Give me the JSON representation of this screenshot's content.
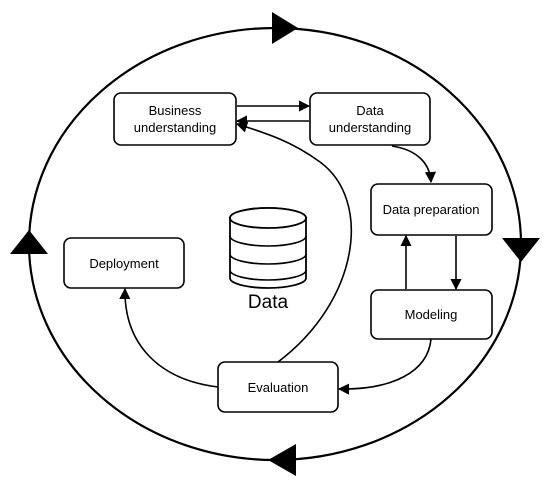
{
  "diagram": {
    "nodes": {
      "business_understanding": [
        "Business",
        "understanding"
      ],
      "data_understanding": [
        "Data",
        "understanding"
      ],
      "data_preparation": "Data preparation",
      "modeling": "Modeling",
      "evaluation": "Evaluation",
      "deployment": "Deployment"
    },
    "center_label": "Data",
    "colors": {
      "stroke": "#000000",
      "background": "#ffffff"
    },
    "icons": {
      "center": "database-icon",
      "cycle_arrows": "triangle-arrow-icon"
    }
  }
}
